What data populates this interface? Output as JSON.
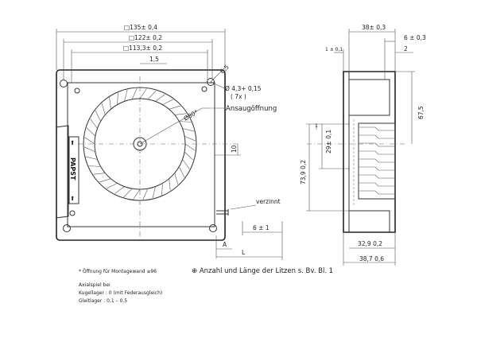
{
  "front_view": {
    "dim_outer": "□135± 0,4",
    "dim_mid": "□122± 0,2",
    "dim_inner": "□113,3± 0,2",
    "dim_offset": "1,5",
    "dim_hole_pos": "6,5",
    "dim_hole_dia": "Ø 4,3+ 0,15",
    "dim_hole_count": "( 7x )",
    "dim_inlet": "Ø80*",
    "label_inlet": "Ansaugöffnung",
    "dim_10": "10",
    "label_tinned": "verzinnt",
    "dim_lead_tol": "6 ± 1",
    "label_a": "A",
    "label_l": "L",
    "logo_text": "PAPST"
  },
  "side_view": {
    "dim_width": "38± 0,3",
    "dim_6": "6 ± 0,3",
    "dim_1": "1 ± 0,1",
    "dim_2": "2",
    "dim_height": "67,5",
    "dim_1_small": "1",
    "dim_29": "29± 0,1",
    "dim_73": "73,9 0,2",
    "dim_32": "32,9 0,2",
    "dim_38_7": "38,7 0,6"
  },
  "notes": {
    "mounting": "* Öffnung für Montagewand ≥96",
    "leads": "⊕ Anzahl und Länge der Litzen s. Bv. Bl. 1",
    "axial_title": "Axialspiel bei",
    "axial_ball": "Kugellager : 0 (mit Federausgleich)",
    "axial_sleeve": "Gleitlager : 0,1 – 0,5"
  }
}
